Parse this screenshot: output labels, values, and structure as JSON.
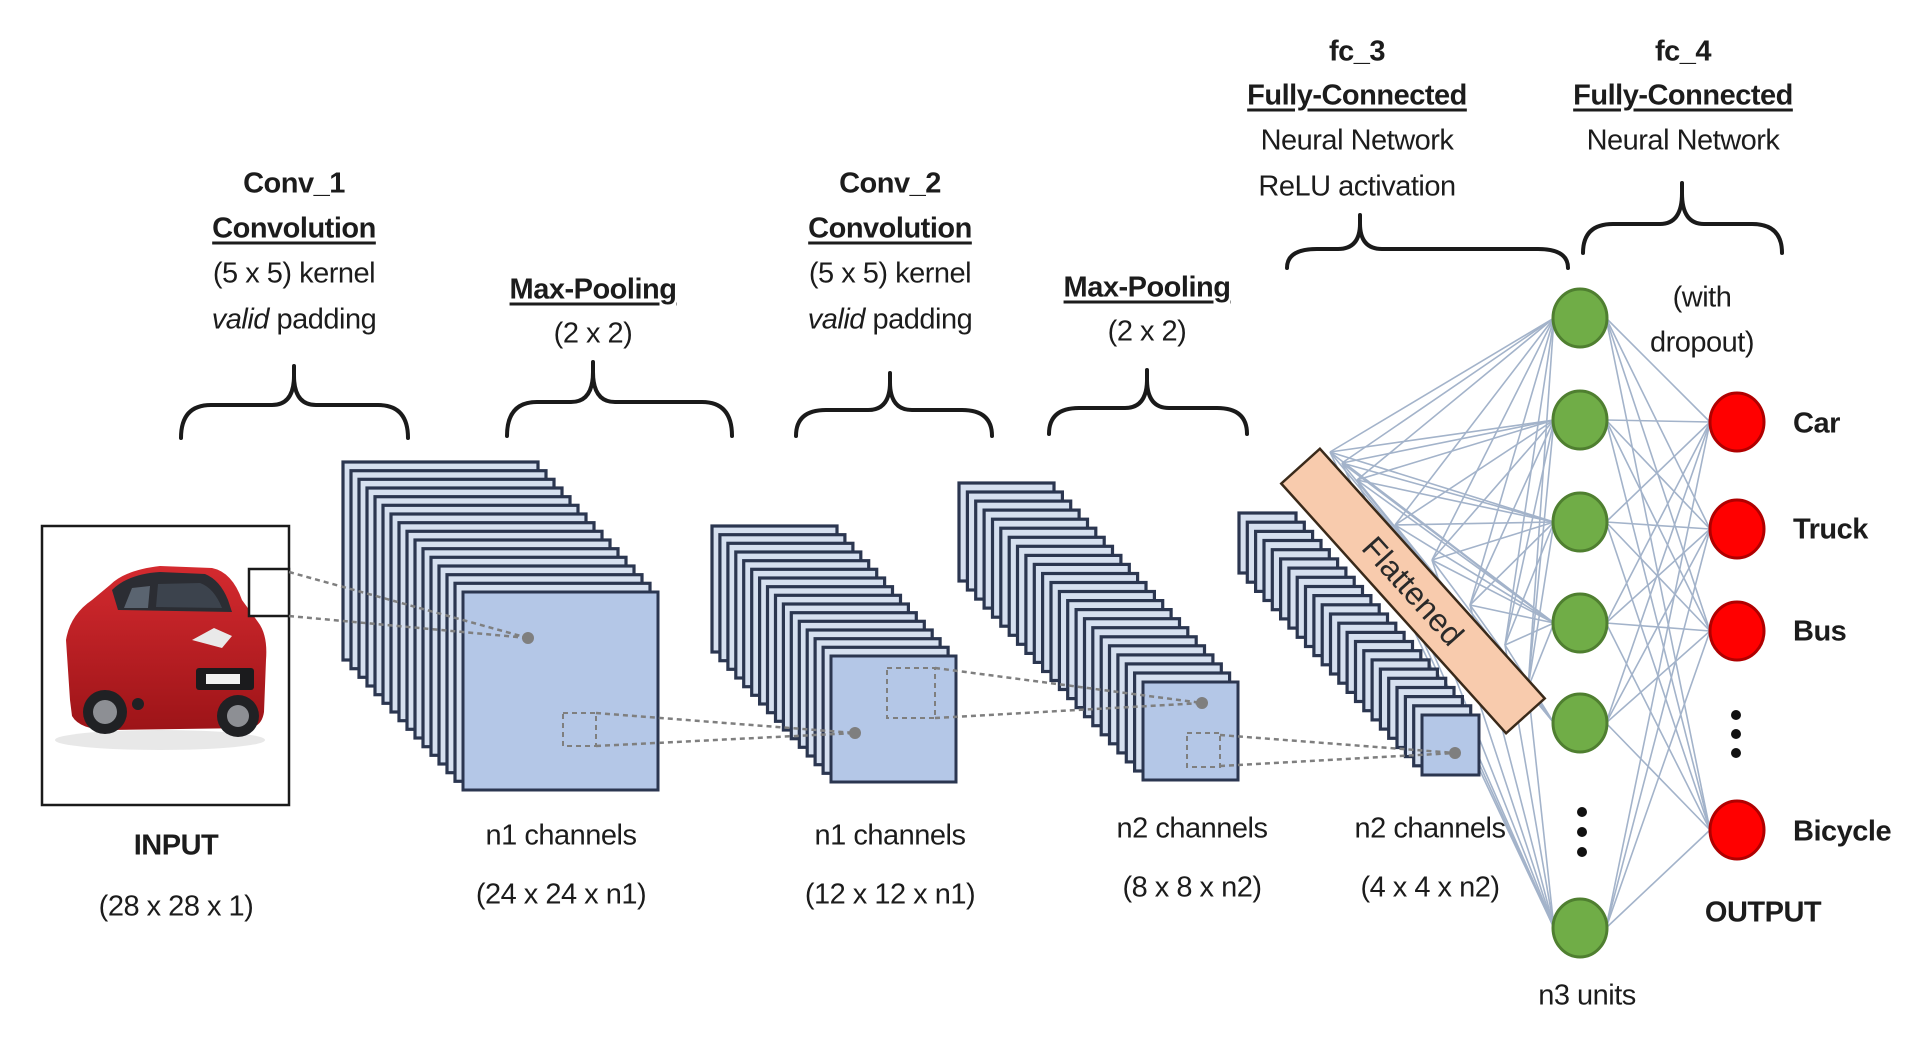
{
  "diagram": {
    "type": "cnn-architecture",
    "input": {
      "title": "INPUT",
      "shape": "(28 x 28 x 1)",
      "image": "red-hatchback-car"
    },
    "layers": [
      {
        "id": "conv_1",
        "name": "Conv_1",
        "kind": "Convolution",
        "kernel": "(5 x 5) kernel",
        "padding_em": "valid",
        "padding_rest": " padding",
        "output_label": "n1 channels",
        "output_shape": "(24 x 24 x n1)",
        "plates": 16
      },
      {
        "id": "pool_1",
        "kind": "Max-Pooling",
        "size": "(2 x 2)",
        "output_label": "n1 channels",
        "output_shape": "(12 x 12 x n1)",
        "plates": 16
      },
      {
        "id": "conv_2",
        "name": "Conv_2",
        "kind": "Convolution",
        "kernel": "(5 x 5) kernel",
        "padding_em": "valid",
        "padding_rest": " padding",
        "output_label": "n2 channels",
        "output_shape": "(8 x 8 x n2)",
        "plates": 23
      },
      {
        "id": "pool_2",
        "kind": "Max-Pooling",
        "size": "(2 x 2)",
        "output_label": "n2 channels",
        "output_shape": "(4 x 4 x n2)",
        "plates": 23
      },
      {
        "id": "fc_3",
        "name": "fc_3",
        "kind": "Fully-Connected",
        "line1": "Neural Network",
        "line2": "ReLU activation"
      },
      {
        "id": "fc_4",
        "name": "fc_4",
        "kind": "Fully-Connected",
        "line1": "Neural Network",
        "note_line1": "(with",
        "note_line2": "dropout)"
      }
    ],
    "flatten_label": "Flattened",
    "hidden_units_label": "n3 units",
    "hidden_nodes_shown": 6,
    "output_title": "OUTPUT",
    "outputs": [
      "Car",
      "Truck",
      "Bus",
      "Bicycle"
    ],
    "ellipsis": "⋮",
    "colors": {
      "plate_fill": "#b4c7e7",
      "plate_stroke": "#2b3650",
      "flatten_fill": "#f8cbad",
      "hidden_node_fill": "#70ad47",
      "hidden_node_stroke": "#4f7f30",
      "output_node_fill": "#ff0000",
      "output_node_stroke": "#b00000",
      "connection": "#a3b3ca"
    }
  }
}
